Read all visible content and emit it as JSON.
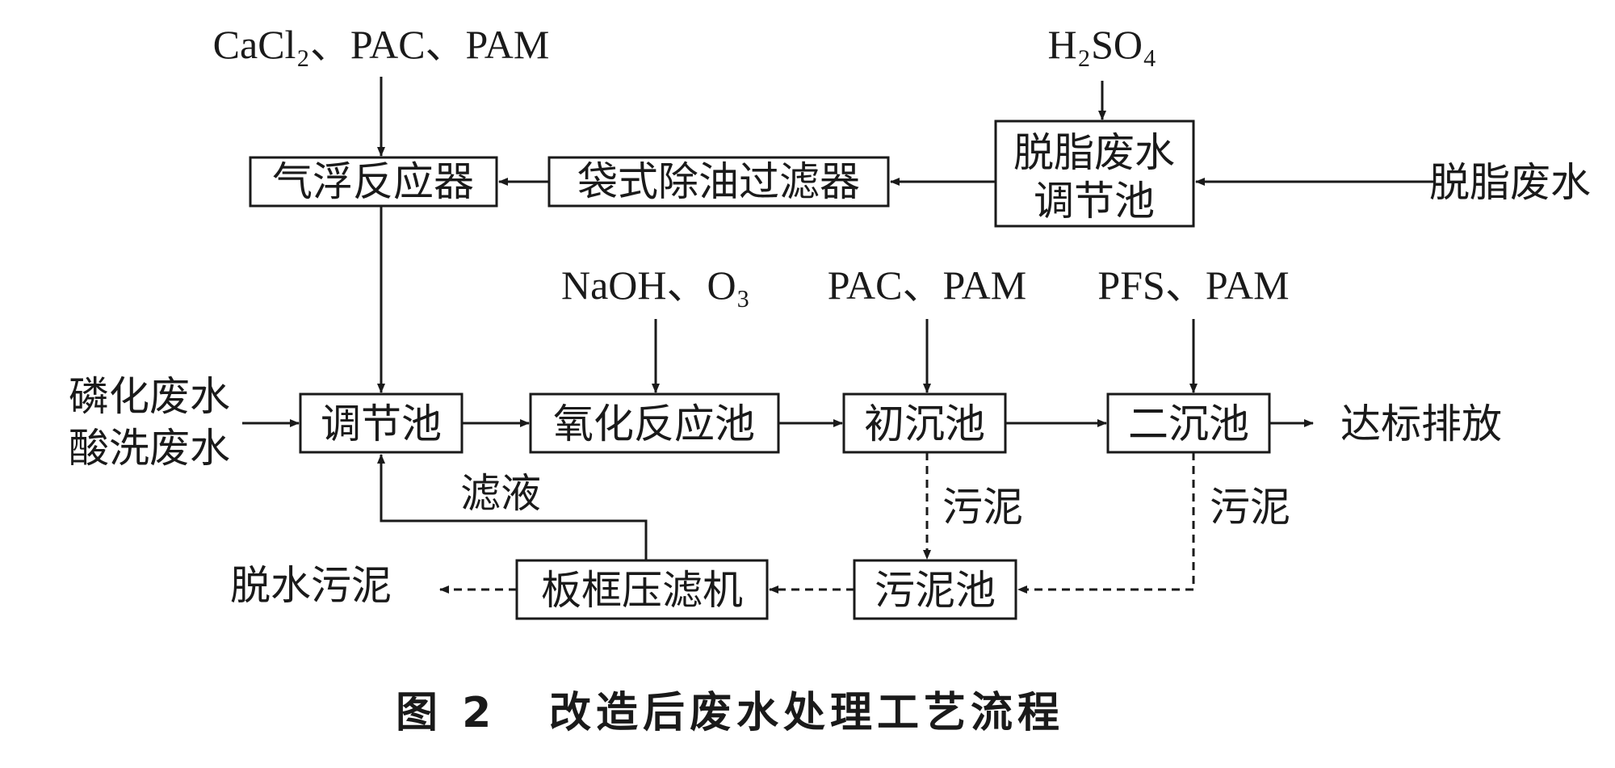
{
  "nodes": {
    "air_flotation_reactor": "气浮反应器",
    "bag_oil_filter": "袋式除油过滤器",
    "degrease_tank_line1": "脱脂废水",
    "degrease_tank_line2": "调节池",
    "regulating_tank": "调节池",
    "oxidation_tank": "氧化反应池",
    "primary_settling_tank": "初沉池",
    "secondary_settling_tank": "二沉池",
    "sludge_tank": "污泥池",
    "plate_frame_filter_press": "板框压滤机"
  },
  "labels": {
    "reagents_air_flotation": "CaCl₂、PAC、PAM",
    "reagent_acid": "H₂SO₄",
    "degrease_wastewater_input": "脱脂废水",
    "reagents_oxidation": "NaOH、O₃",
    "reagents_primary": "PAC、PAM",
    "reagents_secondary": "PFS、PAM",
    "phosphating_wastewater": "磷化废水",
    "pickling_wastewater": "酸洗废水",
    "discharge": "达标排放",
    "filtrate": "滤液",
    "sludge_primary": "污泥",
    "sludge_secondary": "污泥",
    "dewatered_sludge": "脱水污泥"
  },
  "caption": {
    "figure_number": "图 2",
    "title": "改造后废水处理工艺流程"
  }
}
